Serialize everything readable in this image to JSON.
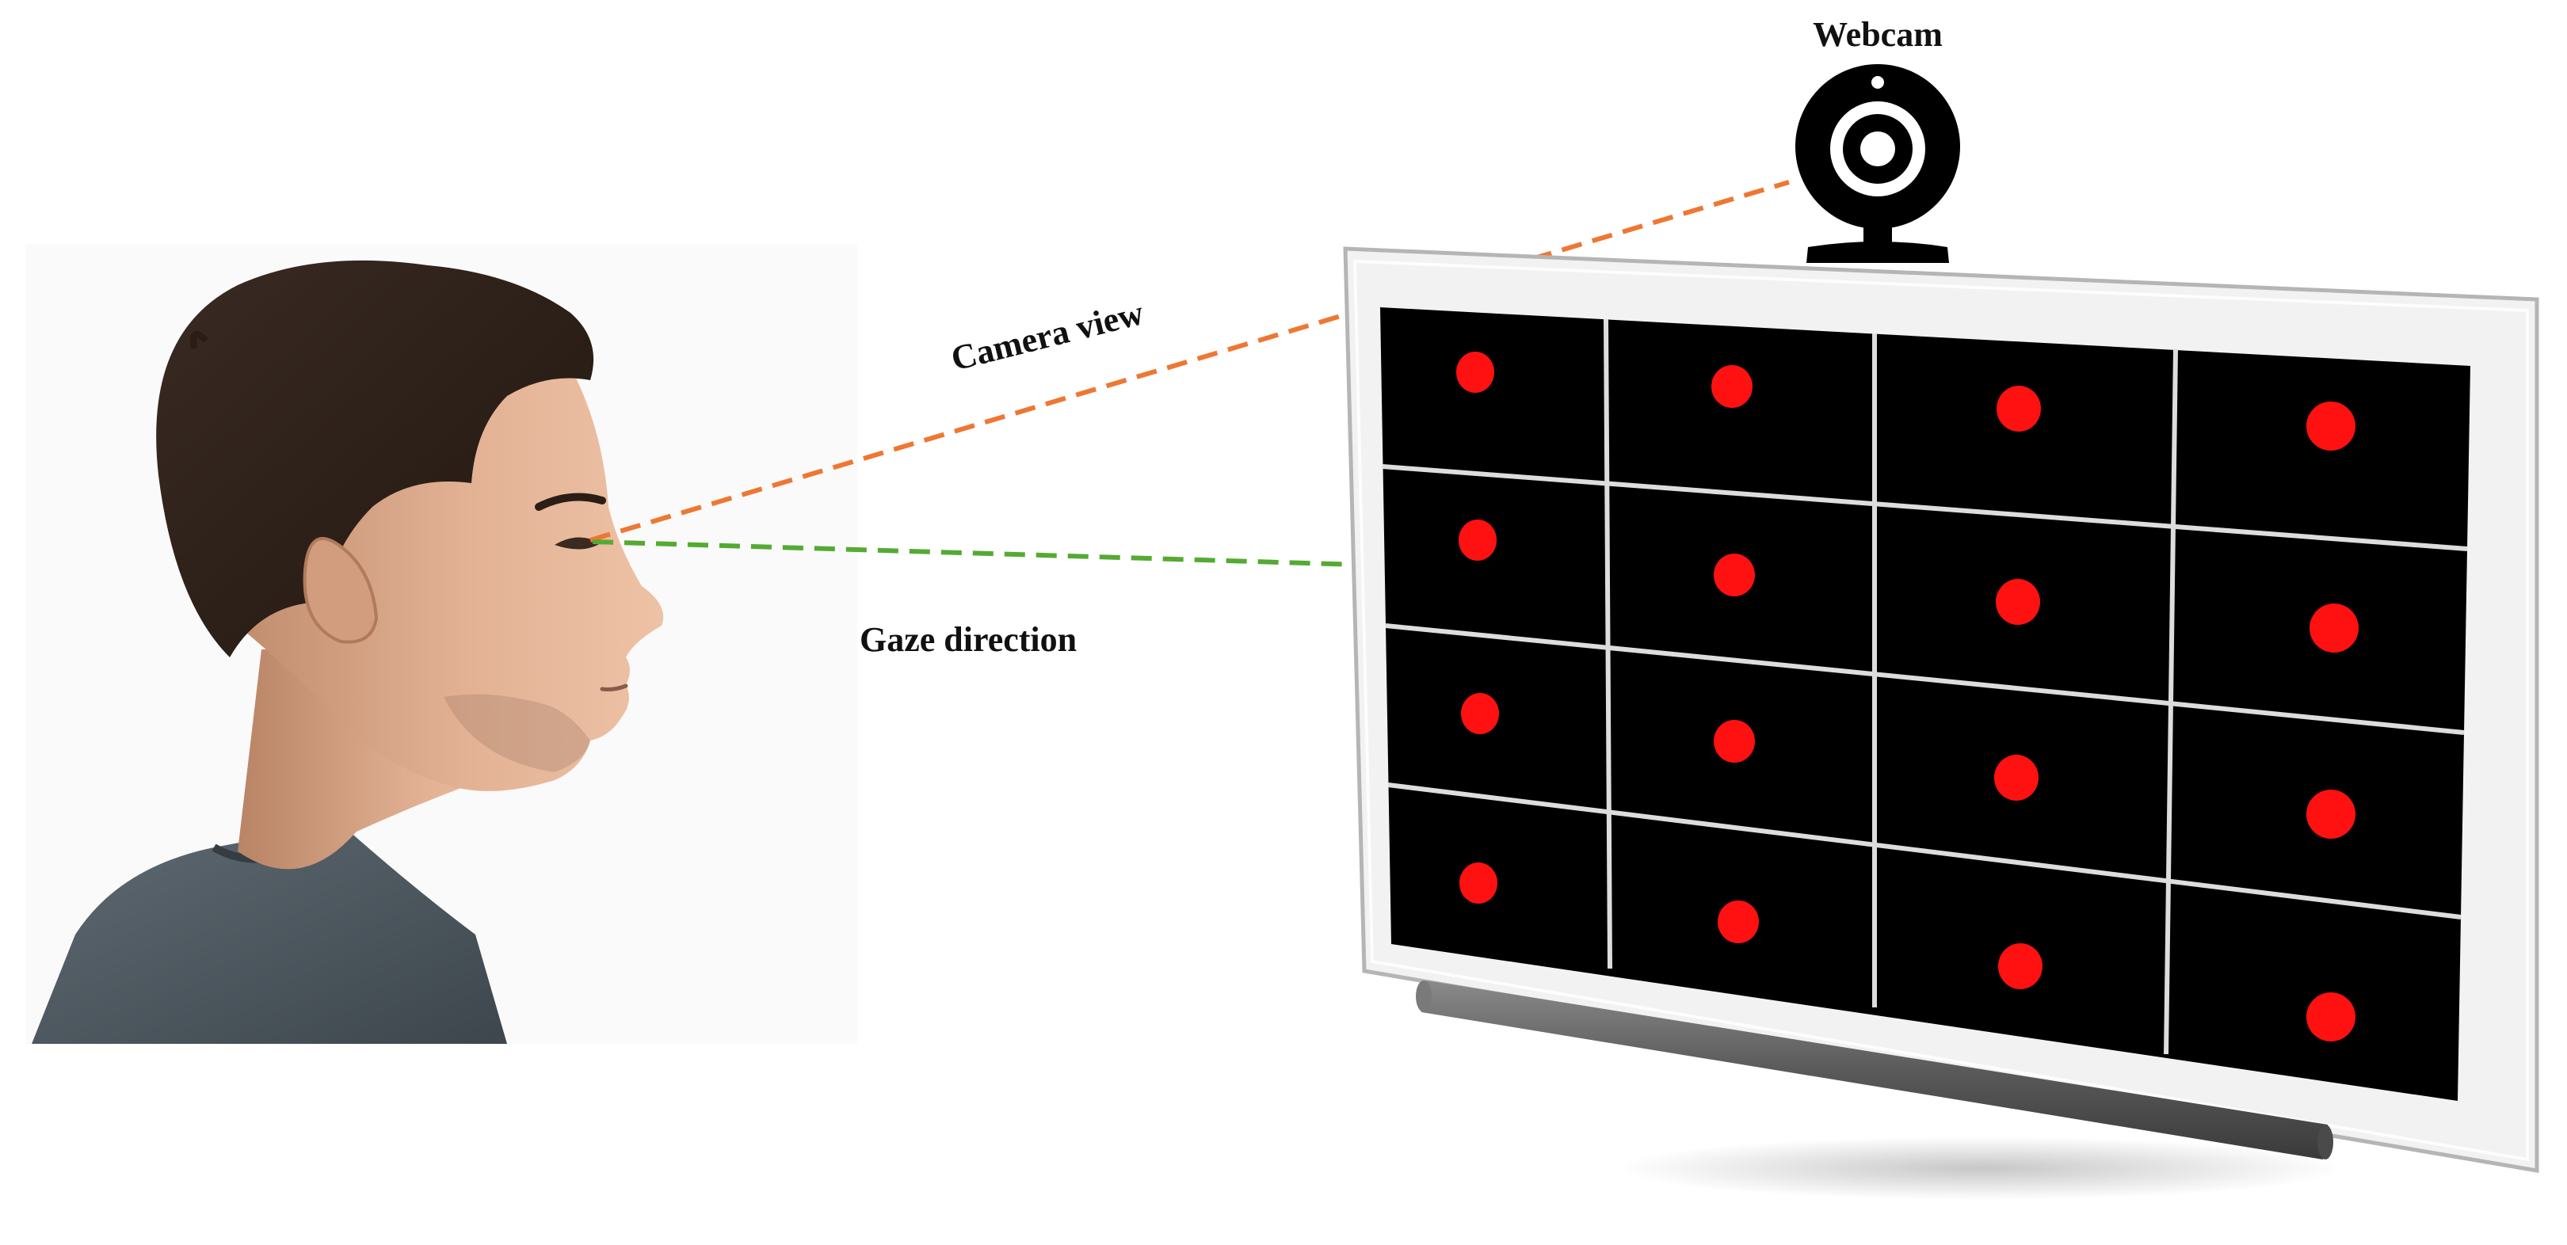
{
  "labels": {
    "webcam": "Webcam",
    "camera_view": "Camera view",
    "gaze_direction": "Gaze direction"
  },
  "elements": {
    "person": "person-silhouette",
    "camera": "webcam-icon",
    "screen": "monitor-screen",
    "calibration_points": "calibration-dot"
  },
  "grid": {
    "rows": 4,
    "cols": 4,
    "points_per_cell": 1
  },
  "colors": {
    "camera_view_line": "#ee7733",
    "gaze_line": "#55aa33",
    "calibration_dot": "#ff1111",
    "screen_background": "#000000",
    "grid_lines": "#dddddd",
    "screen_frame": "#f2f2f2",
    "webcam_icon": "#000000",
    "label_text": "#111111"
  }
}
